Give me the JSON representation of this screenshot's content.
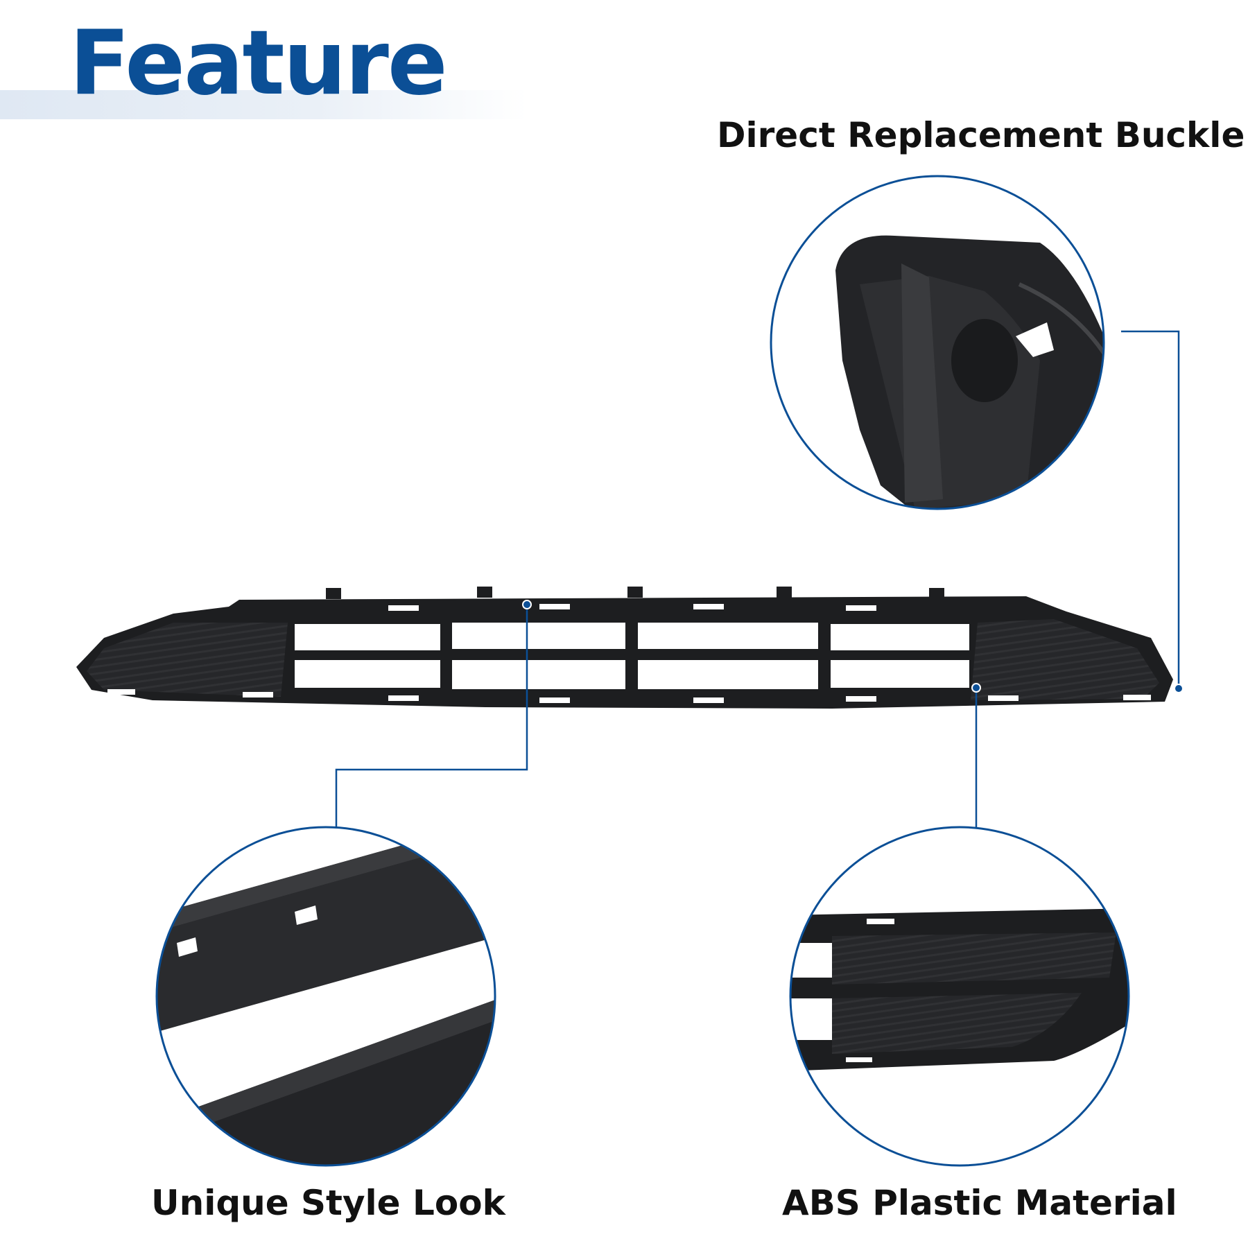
{
  "title": "Feature",
  "features": {
    "buckle": "Direct Replacement Buckle",
    "style": "Unique Style Look",
    "material": "ABS Plastic Material"
  },
  "colors": {
    "accent": "#0b4f96",
    "callout_line": "#0b4f96",
    "product": "#1d1e20",
    "title_band": "#dfe8f3"
  }
}
